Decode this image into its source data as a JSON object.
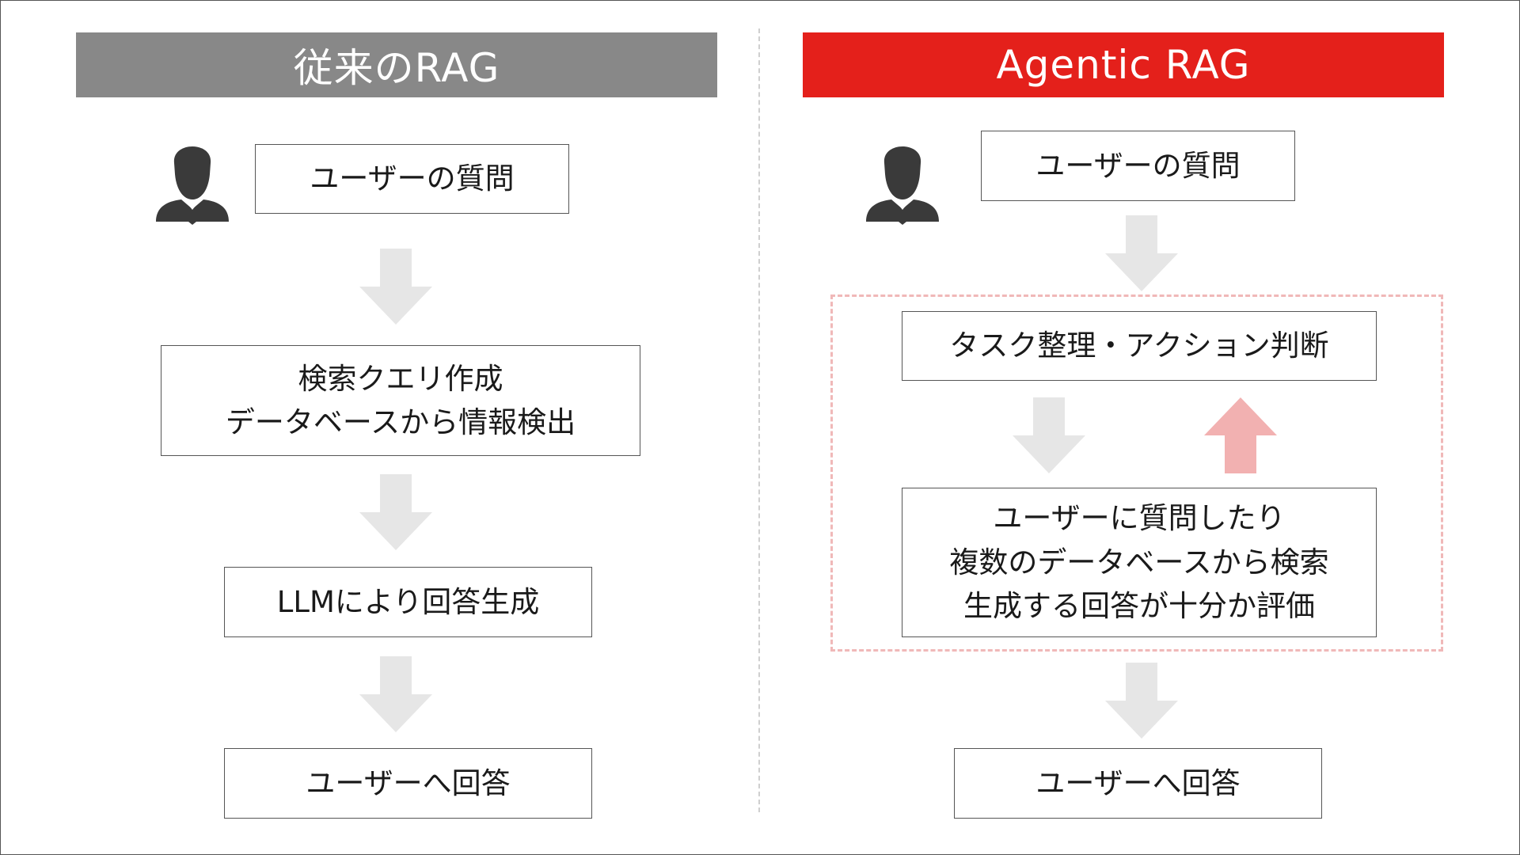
{
  "traditional": {
    "title": "従来のRAG",
    "user_question": "ユーザーの質問",
    "search_lines": [
      "検索クエリ作成",
      "データベースから情報検出"
    ],
    "generate": "LLMにより回答生成",
    "answer": "ユーザーへ回答"
  },
  "agentic": {
    "title": "Agentic RAG",
    "user_question": "ユーザーの質問",
    "task": "タスク整理・アクション判断",
    "action_lines": [
      "ユーザーに質問したり",
      "複数のデータベースから検索",
      "生成する回答が十分か評価"
    ],
    "answer": "ユーザーへ回答"
  },
  "colors": {
    "traditional_header": "#888888",
    "agentic_header": "#e4201b",
    "arrow_gray": "#e6e6e6",
    "arrow_pink": "#f2b1b1",
    "dashed_border": "#f0b8b8"
  },
  "icons": {
    "person": "businessman-silhouette-icon",
    "arrow_down": "arrow-down-icon",
    "arrow_up": "arrow-up-icon"
  }
}
